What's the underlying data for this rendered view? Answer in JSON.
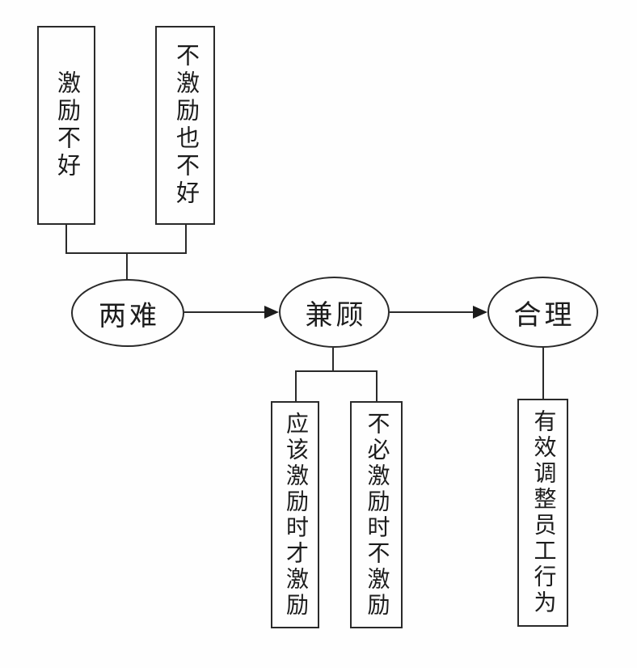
{
  "diagram": {
    "top_boxes": [
      {
        "label": "激励不好"
      },
      {
        "label": "不激励也不好"
      }
    ],
    "ellipses": [
      {
        "label": "两难"
      },
      {
        "label": "兼顾"
      },
      {
        "label": "合理"
      }
    ],
    "bottom_boxes": [
      {
        "label": "应该激励时才激励"
      },
      {
        "label": "不必激励时不激励"
      }
    ],
    "result_box": {
      "label": "有效调整员工行为"
    },
    "colors": {
      "line": "#2a2a2a",
      "text": "#1c1c1c",
      "background": "#fefefe"
    }
  }
}
